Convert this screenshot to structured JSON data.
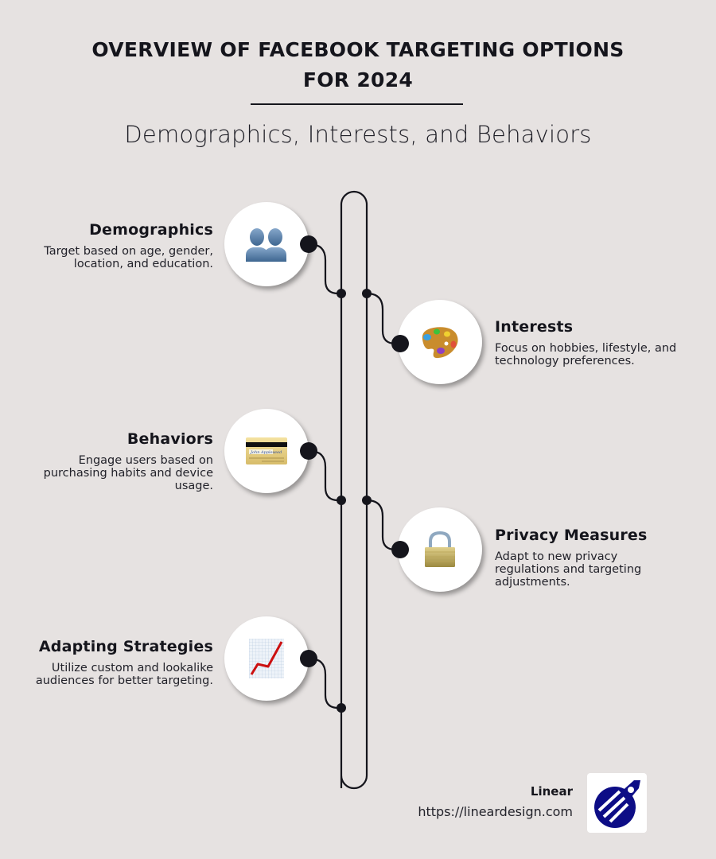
{
  "header": {
    "title_line1": "OVERVIEW OF FACEBOOK TARGETING OPTIONS",
    "title_line2": "FOR 2024",
    "subtitle": "Demographics, Interests, and Behaviors"
  },
  "items": [
    {
      "title": "Demographics",
      "desc": "Target based on age, gender, location, and education.",
      "icon": "busts-in-silhouette-icon",
      "side": "left"
    },
    {
      "title": "Interests",
      "desc": "Focus on hobbies, lifestyle, and technology preferences.",
      "icon": "artist-palette-icon",
      "side": "right"
    },
    {
      "title": "Behaviors",
      "desc": "Engage users based on purchasing habits and device usage.",
      "icon": "credit-card-icon",
      "side": "left"
    },
    {
      "title": "Privacy Measures",
      "desc": "Adapt to new privacy regulations and targeting adjustments.",
      "icon": "padlock-icon",
      "side": "right"
    },
    {
      "title": "Adapting Strategies",
      "desc": "Utilize custom and lookalike audiences for better targeting.",
      "icon": "chart-increasing-icon",
      "side": "left"
    }
  ],
  "footer": {
    "brand": "Linear",
    "url": "https://lineardesign.com"
  },
  "colors": {
    "background": "#e6e2e1",
    "ink": "#15151c",
    "logo_blue": "#0d0d86"
  }
}
